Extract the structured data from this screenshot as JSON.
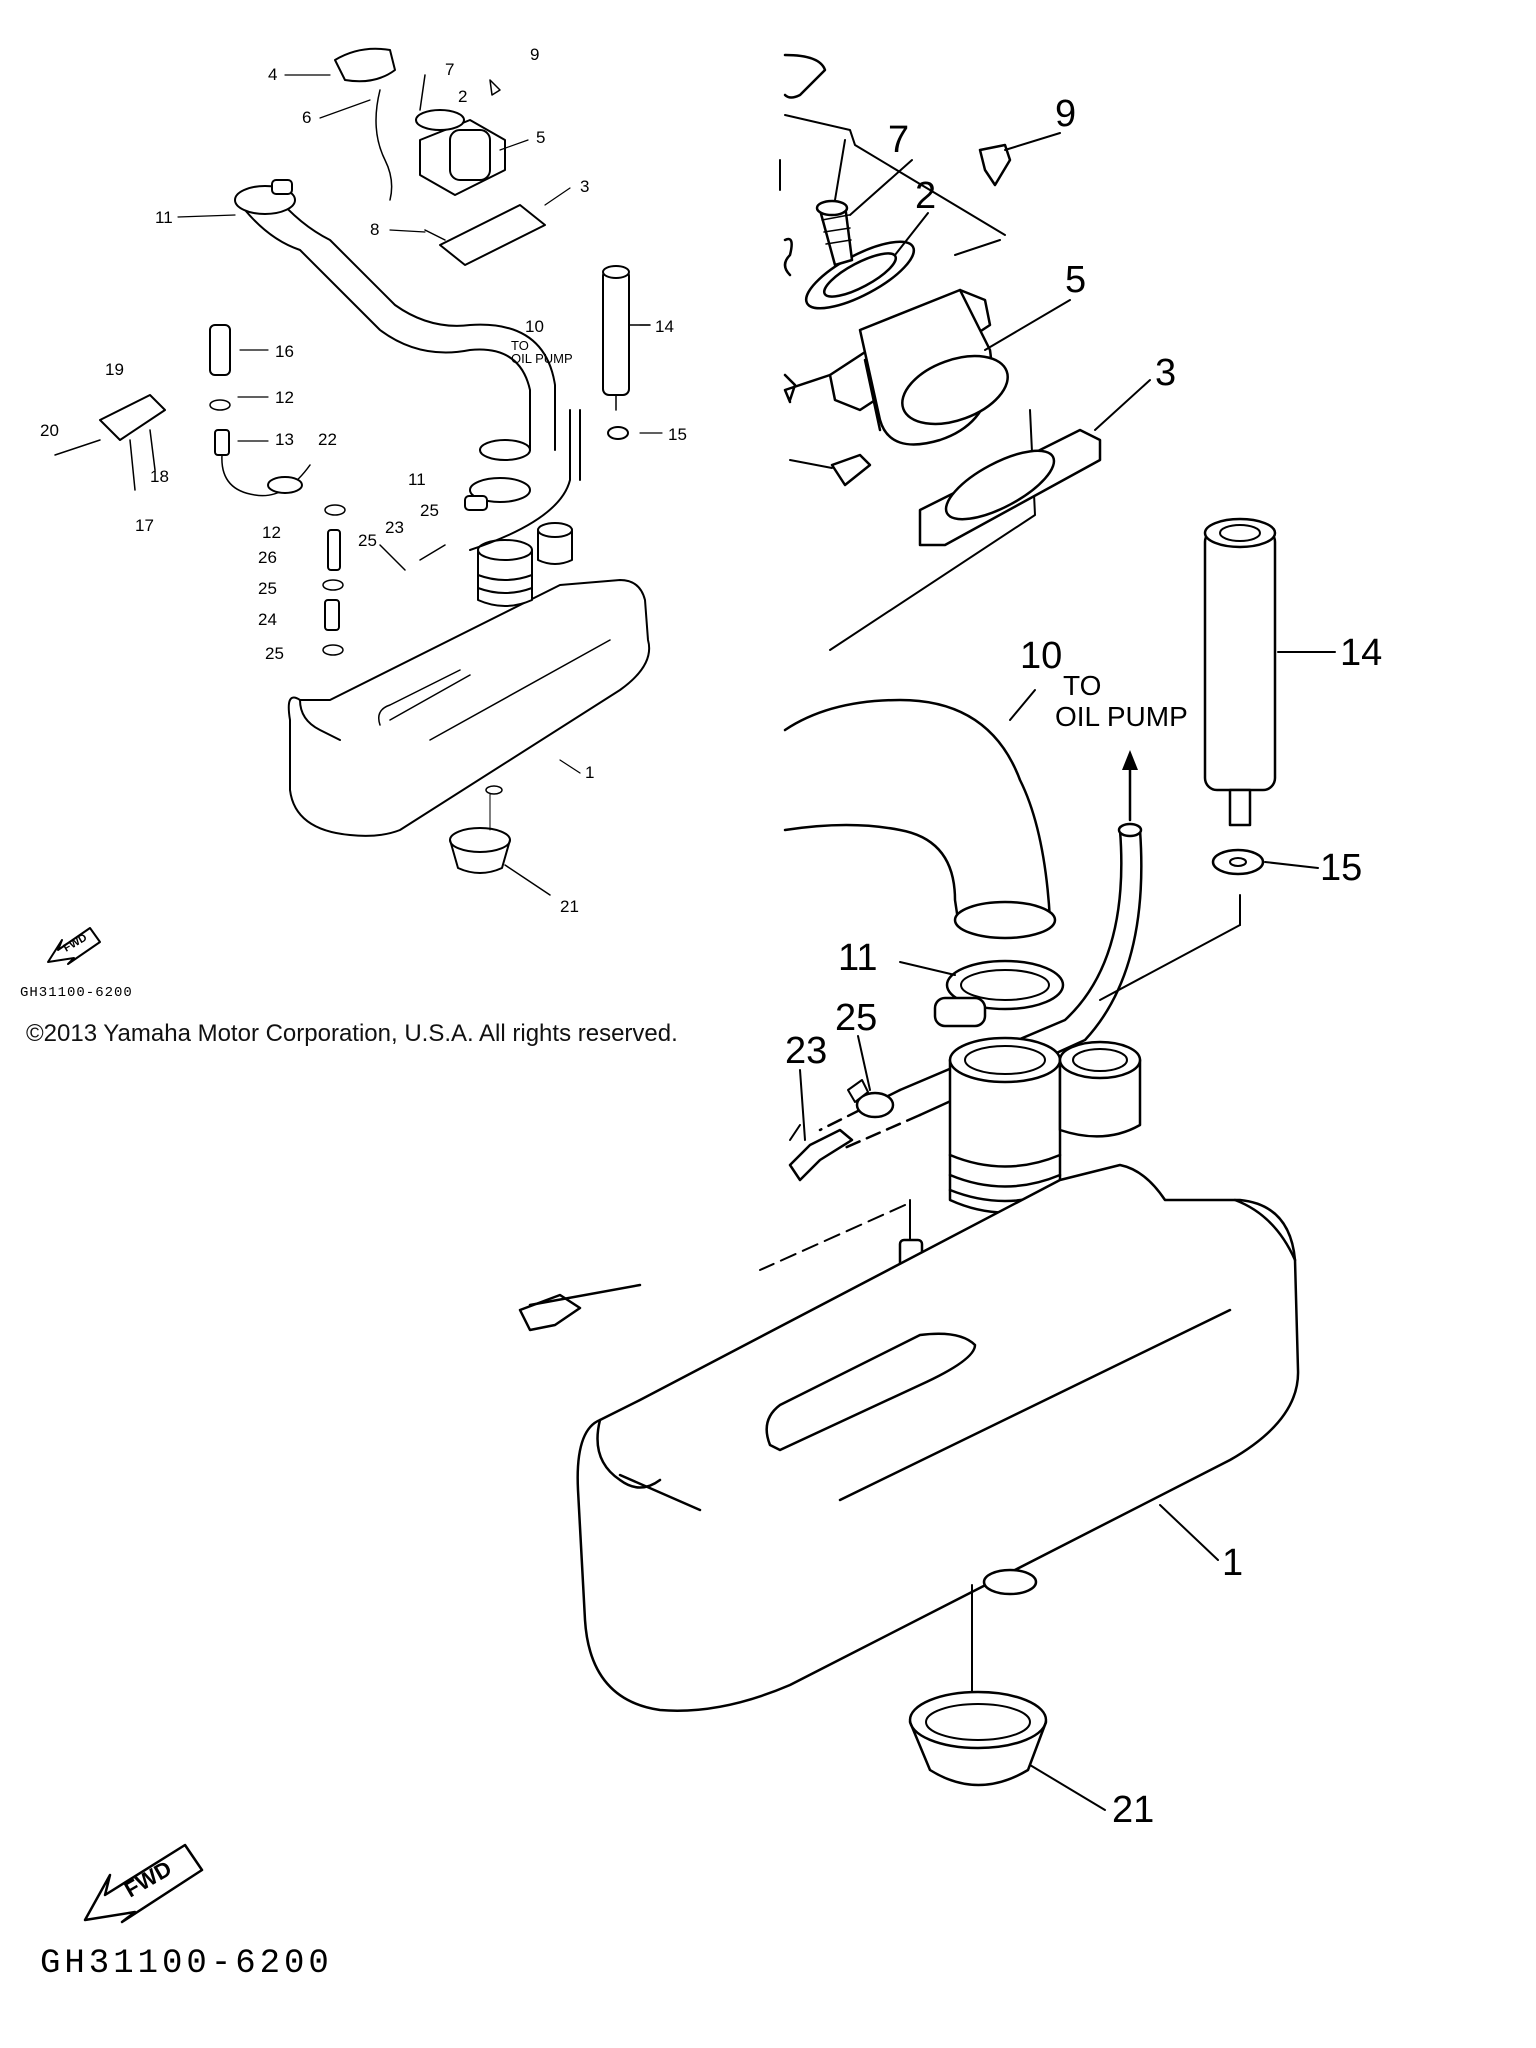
{
  "diagram": {
    "small_view": {
      "part_labels": [
        "1",
        "2",
        "3",
        "4",
        "5",
        "6",
        "7",
        "8",
        "9",
        "10",
        "11",
        "11",
        "12",
        "12",
        "13",
        "14",
        "15",
        "16",
        "17",
        "18",
        "19",
        "20",
        "21",
        "22",
        "23",
        "24",
        "25",
        "25",
        "25",
        "25",
        "26"
      ],
      "note_line1": "TO",
      "note_line2": "OIL PUMP",
      "fwd_text": "FWD",
      "drawing_code": "GH31100-6200"
    },
    "large_view": {
      "part_labels": [
        "1",
        "2",
        "3",
        "5",
        "7",
        "9",
        "10",
        "11",
        "14",
        "15",
        "21",
        "23",
        "25"
      ],
      "note_line1": "TO",
      "note_line2": "OIL PUMP",
      "fwd_text": "FWD",
      "drawing_code": "GH31100-6200"
    }
  },
  "copyright": "©2013 Yamaha Motor Corporation, U.S.A. All rights reserved."
}
